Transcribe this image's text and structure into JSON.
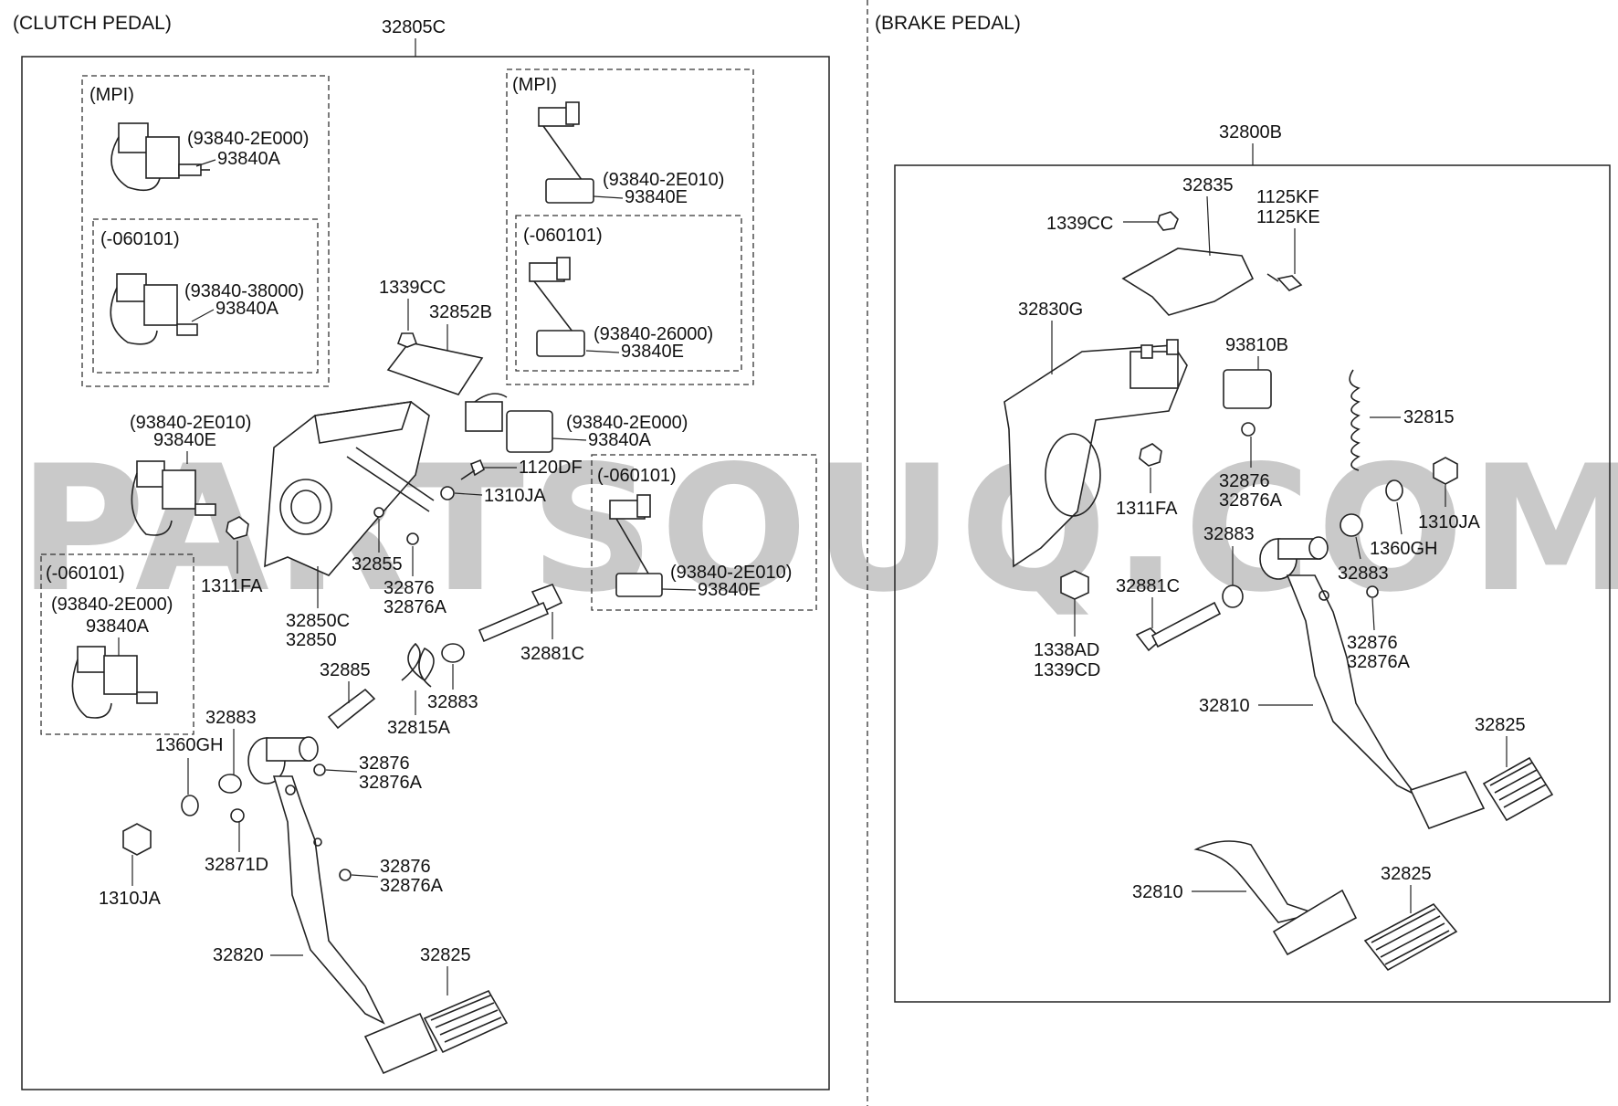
{
  "sections": {
    "clutch": "(CLUTCH PEDAL)",
    "brake": "(BRAKE PEDAL)"
  },
  "watermark": "PARTSOUQ.COM",
  "clutch": {
    "assembly": "32805C",
    "box1_title": "(MPI)",
    "box1_part_alt": "(93840-2E000)",
    "box1_part": "93840A",
    "box1_sub_title": "(-060101)",
    "box1_sub_alt": "(93840-38000)",
    "box1_sub_part": "93840A",
    "box2_title": "(MPI)",
    "box2_part_alt": "(93840-2E010)",
    "box2_part": "93840E",
    "box2_sub_title": "(-060101)",
    "box2_sub_alt": "(93840-26000)",
    "box2_sub_part": "93840E",
    "box3_title": "(-060101)",
    "box3_alt": "(93840-2E010)",
    "box3_part": "93840E",
    "box4_title": "(-060101)",
    "box4_alt": "(93840-2E000)",
    "box4_part": "93840A",
    "sw_e_alt": "(93840-2E010)",
    "sw_e": "93840E",
    "sw_a_alt": "(93840-2E000)",
    "sw_a": "93840A",
    "p1339cc": "1339CC",
    "p32852b": "32852B",
    "p1120df": "1120DF",
    "p1310ja_a": "1310JA",
    "p1311fa": "1311FA",
    "p32855": "32855",
    "p32876_a": "32876",
    "p32876a_a": "32876A",
    "p32850c": "32850C",
    "p32850": "32850",
    "p32881c": "32881C",
    "p32885": "32885",
    "p32883_a": "32883",
    "p32815a": "32815A",
    "p32883_b": "32883",
    "p1360gh": "1360GH",
    "p32876_b": "32876",
    "p32876a_b": "32876A",
    "p32871d": "32871D",
    "p1310ja_b": "1310JA",
    "p32876_c": "32876",
    "p32876a_c": "32876A",
    "p32820": "32820",
    "p32825": "32825"
  },
  "brake": {
    "assembly": "32800B",
    "p32835": "32835",
    "p1125kf": "1125KF",
    "p1125ke": "1125KE",
    "p1339cc": "1339CC",
    "p32830g": "32830G",
    "p93810b": "93810B",
    "p32815": "32815",
    "p32876": "32876",
    "p32876a": "32876A",
    "p1311fa": "1311FA",
    "p1310ja": "1310JA",
    "p32883_a": "32883",
    "p1360gh": "1360GH",
    "p32883_b": "32883",
    "p32881c": "32881C",
    "p32876_b": "32876",
    "p32876a_b": "32876A",
    "p1338ad": "1338AD",
    "p1339cd": "1339CD",
    "p32810_a": "32810",
    "p32825_a": "32825",
    "p32810_b": "32810",
    "p32825_b": "32825"
  }
}
